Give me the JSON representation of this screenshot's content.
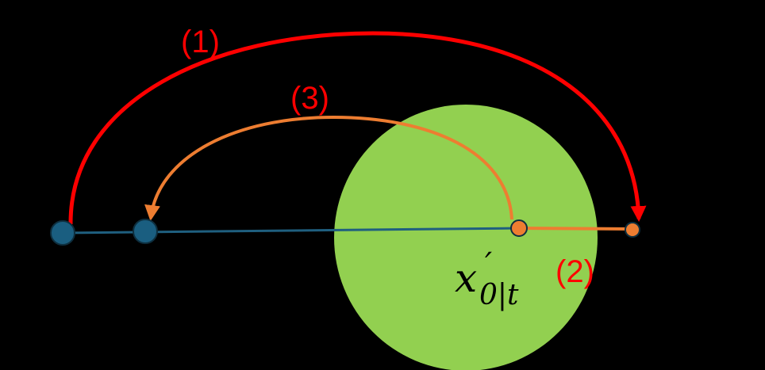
{
  "diagram": {
    "background_color": "#000000",
    "region": {
      "fill_color": "#92D050"
    },
    "line": {
      "color": "#1F5F7F"
    },
    "points": {
      "blue_fill": "#1A5E80",
      "orange_fill": "#ED7D31",
      "outline_color": "#0E2F3F"
    },
    "arrows": [
      {
        "id": "1",
        "label": "(1)",
        "color": "#FF0000",
        "label_color": "#FF0000"
      },
      {
        "id": "2",
        "label": "(2)",
        "color": "#ED7D31",
        "label_color": "#FF0000"
      },
      {
        "id": "3",
        "label": "(3)",
        "color": "#ED7D31",
        "label_color": "#FF0000"
      }
    ],
    "point_label": {
      "base": "x",
      "prime": "′",
      "subscript": "0|t"
    }
  }
}
